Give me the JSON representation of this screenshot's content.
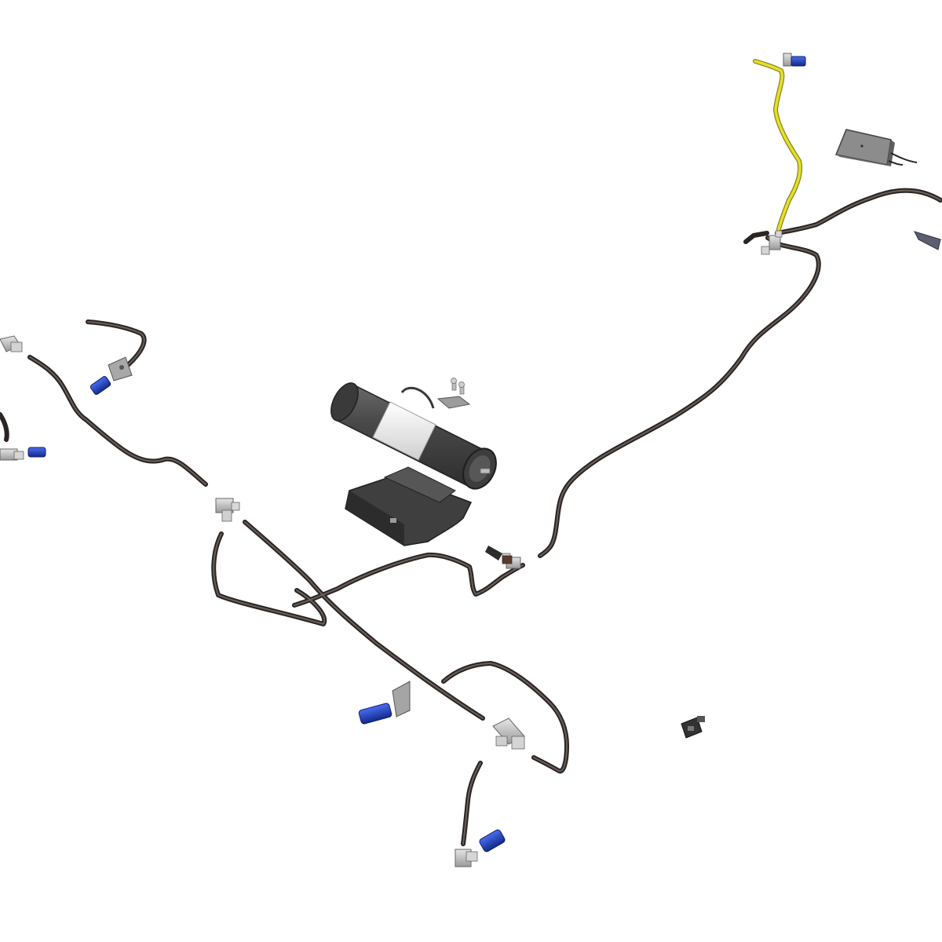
{
  "diagram": {
    "kind": "exploded-parts-view",
    "labels": [],
    "colors": {
      "background": "#ffffff",
      "tube": "#3a3331",
      "tube_highlight": "#6a605c",
      "yellow_line": "#e6e02a",
      "yellow_edge": "#8a8418",
      "tank_body": "#4a4a4a",
      "tank_band": "#f2f2f2",
      "bracket": "#3c3c3c",
      "fitting_grey": "#bdbdbd",
      "fitting_dark": "#7a7a7a",
      "fitting_blue": "#1f3fbf",
      "box_grey": "#8c8c8c"
    },
    "parts": [
      {
        "id": "air-tank",
        "icon": "cylinder-tank-icon"
      },
      {
        "id": "tank-cradle",
        "icon": "bracket-cradle-icon"
      },
      {
        "id": "control-module",
        "icon": "box-module-icon"
      },
      {
        "id": "yellow-supply-line",
        "icon": "tube-line-icon"
      },
      {
        "id": "main-brake-lines",
        "icon": "tube-line-icon"
      },
      {
        "id": "tee-fittings",
        "icon": "tee-fitting-icon"
      },
      {
        "id": "blue-connectors",
        "icon": "push-connector-icon"
      },
      {
        "id": "mounting-brackets",
        "icon": "bracket-icon"
      },
      {
        "id": "sensor",
        "icon": "sensor-icon"
      }
    ]
  }
}
